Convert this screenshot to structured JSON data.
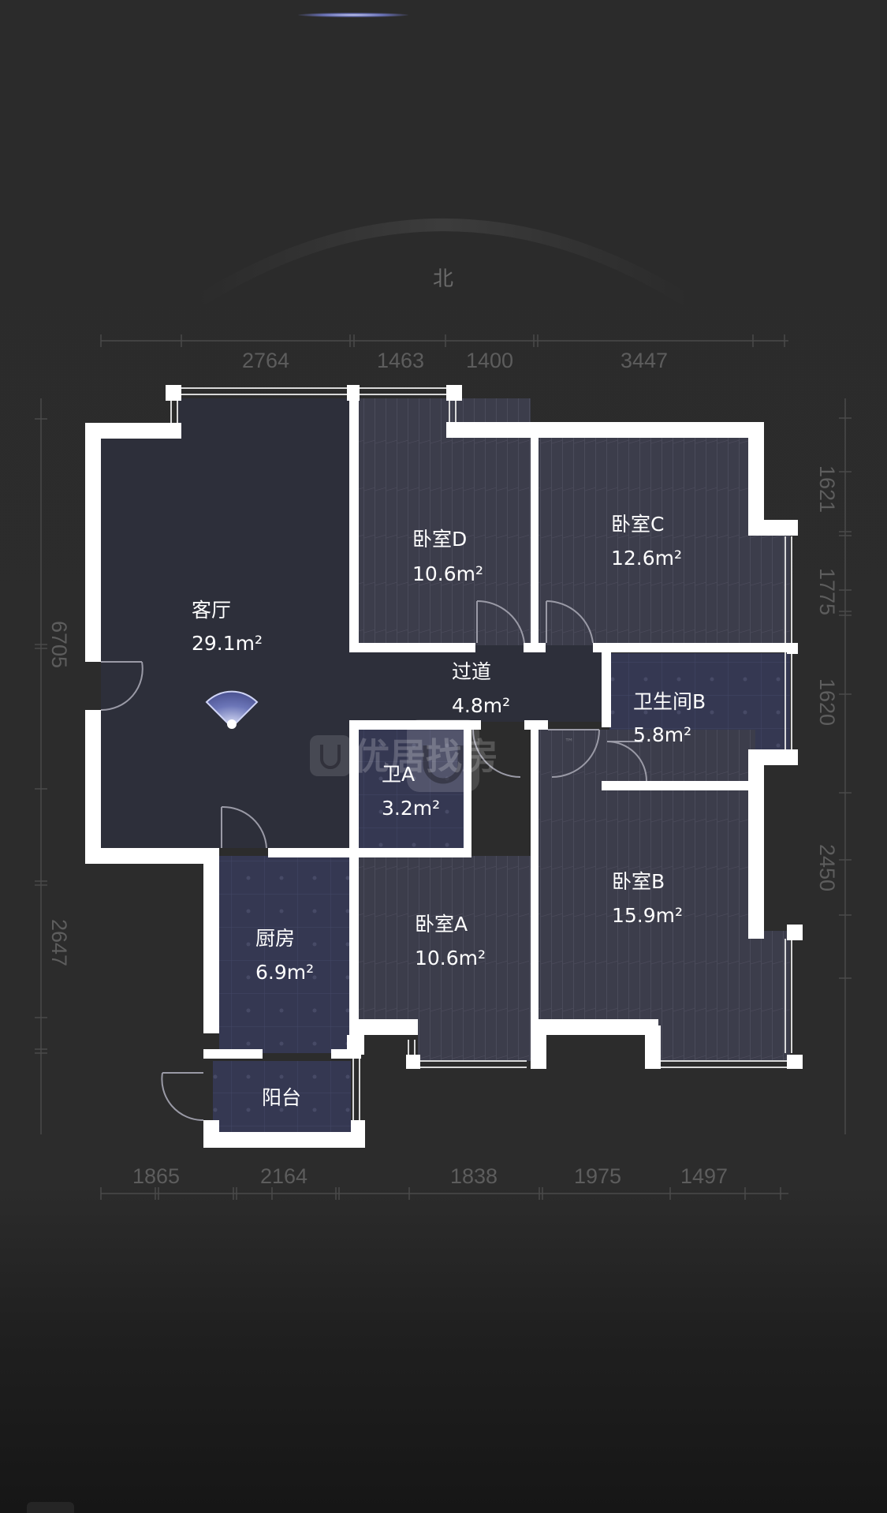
{
  "compass": {
    "label": "北"
  },
  "dimensions": {
    "top": [
      "2764",
      "1463",
      "1400",
      "3447"
    ],
    "bottom": [
      "1865",
      "2164",
      "1838",
      "1975",
      "1497"
    ],
    "left": [
      "6705",
      "2647"
    ],
    "right": [
      "1621",
      "1775",
      "1620",
      "2450"
    ]
  },
  "rooms": [
    {
      "name": "客厅",
      "area": "29.1m²"
    },
    {
      "name": "卧室D",
      "area": "10.6m²"
    },
    {
      "name": "卧室C",
      "area": "12.6m²"
    },
    {
      "name": "过道",
      "area": "4.8m²"
    },
    {
      "name": "卫生间B",
      "area": "5.8m²"
    },
    {
      "name": "卫A",
      "area": "3.2m²"
    },
    {
      "name": "厨房",
      "area": "6.9m²"
    },
    {
      "name": "卧室A",
      "area": "10.6m²"
    },
    {
      "name": "卧室B",
      "area": "15.9m²"
    },
    {
      "name": "阳台",
      "area": ""
    }
  ],
  "watermark": {
    "text": "优居找房",
    "tm": "™"
  },
  "colors": {
    "background": "#2b2b2b",
    "wall": "#ffffff",
    "floor_living": "#2d2f3a",
    "floor_bedroom": "#3c3d4b",
    "floor_tile": "#353852",
    "dimension_text": "#5d5d5d"
  }
}
